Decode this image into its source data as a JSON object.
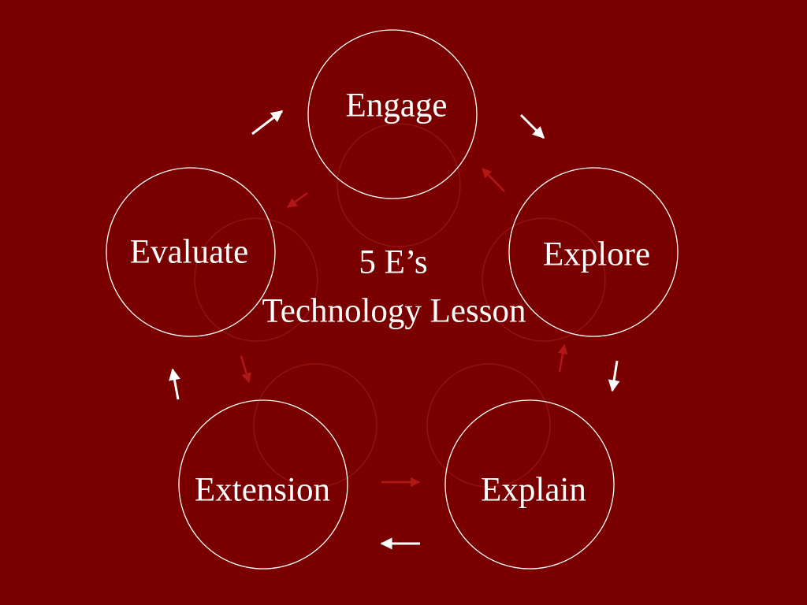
{
  "colors": {
    "background": "#7a0000",
    "foreground": "#ffffff",
    "ghost": "#8e1414",
    "ghost_arrow": "#b01818"
  },
  "stages": [
    {
      "id": "engage",
      "label": "Engage"
    },
    {
      "id": "explore",
      "label": "Explore"
    },
    {
      "id": "explain",
      "label": "Explain"
    },
    {
      "id": "extension",
      "label": "Extension"
    },
    {
      "id": "evaluate",
      "label": "Evaluate"
    }
  ],
  "center": {
    "line1": "5 E’s",
    "line2": "Technology Lesson"
  },
  "cycle_arrows": [
    {
      "from": "engage",
      "to": "explore"
    },
    {
      "from": "explore",
      "to": "explain"
    },
    {
      "from": "explain",
      "to": "extension"
    },
    {
      "from": "extension",
      "to": "evaluate"
    },
    {
      "from": "evaluate",
      "to": "engage"
    }
  ]
}
